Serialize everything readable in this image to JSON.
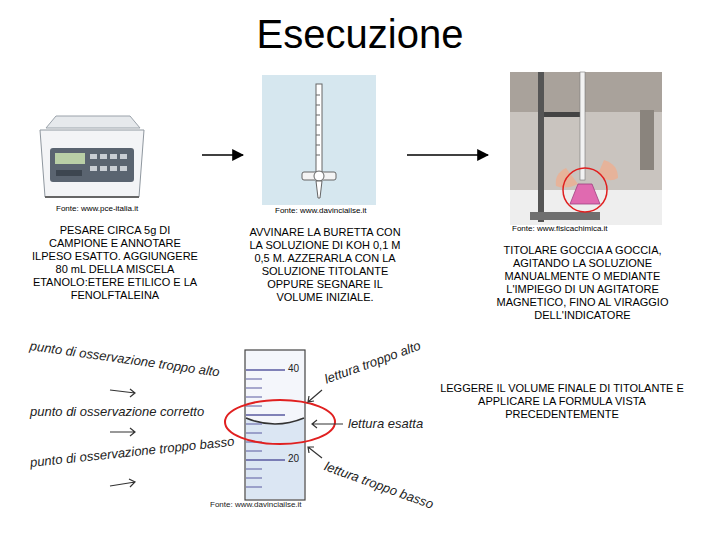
{
  "diagram": {
    "title": "Esecuzione",
    "nodes": [
      {
        "text": [
          "Fonte: www.pce-italia.it",
          "PESARE CIRCA 5g DI CAMPIONE E ANNOTARE ILPESO ESATTO. AGGIUNGERE 80 mL DELLA MISCELA ETANOLO:ETERE ETILICO E LA FENOLFTALEINA"
        ]
      },
      {
        "text": [
          "Fonte: www.davinciailse.it",
          "AVVINARE LA BURETTA CON LA SOLUZIONE DI KOH 0,1 M 0,5 M. AZZERARLA CON LA SOLUZIONE TITOLANTE OPPURE SEGNARE IL VOLUME INIZIALE."
        ]
      },
      {
        "text": [
          "Fonte: www.fisicachimica.it",
          "TITOLARE GOCCIA A GOCCIA, AGITANDO LA SOLUZIONE MANUALMENTE O MEDIANTE L'IMPIEGO DI UN AGITATORE MAGNETICO, FINO AL VIRAGGIO DELL'INDICATORE"
        ]
      },
      {
        "text": [
          "LEGGERE IL VOLUME FINALE DI TITOLANTE E APPLICARE LA FORMULA VISTA PRECEDENTEMENTE"
        ]
      }
    ],
    "edges": [
      {
        "from": 0,
        "to": 1,
        "arrow": "to"
      },
      {
        "from": 1,
        "to": 2,
        "arrow": "to"
      }
    ],
    "labels": [
      "punto di osservazione troppo alto",
      "punto di osservazione corretto",
      "punto di osservazione troppo basso",
      "lettura troppo alto",
      "lettura esatta",
      "lettura troppo basso",
      "40",
      "20",
      "Fonte: www.davinciailse.it"
    ]
  }
}
